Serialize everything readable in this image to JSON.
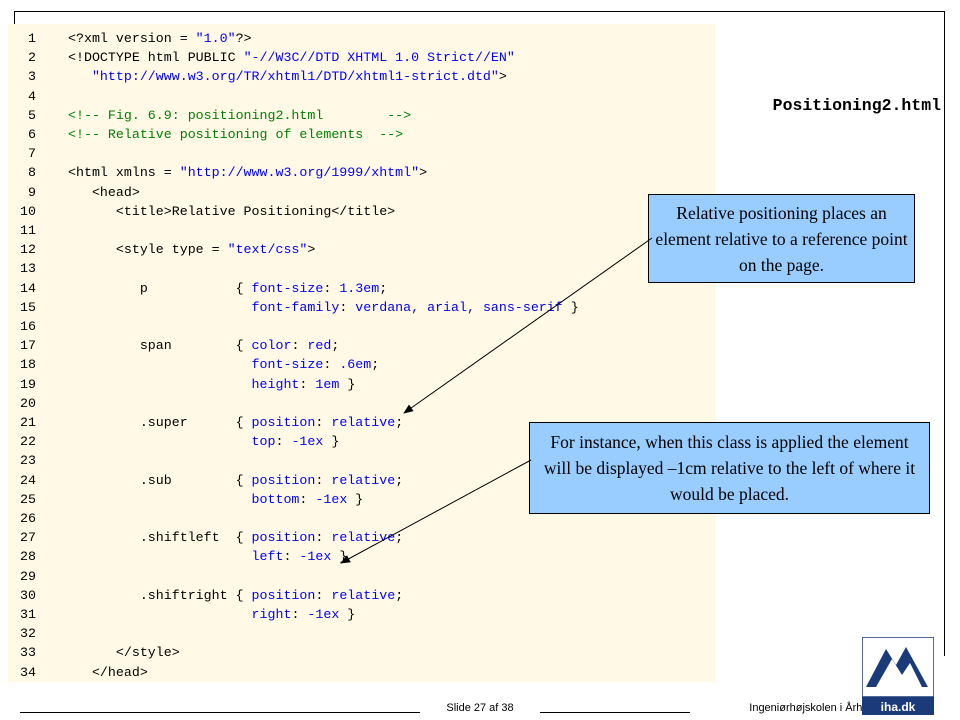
{
  "slide": {
    "title": "Positioning2.html",
    "footer": {
      "slide_number": "Slide 27 af  38",
      "school": "Ingeniørhøjskolen i Århus",
      "logo_text": "iha.dk"
    }
  },
  "callouts": [
    {
      "text": "Relative positioning places an element relative to a reference point on the page."
    },
    {
      "text": "For instance, when this class is applied the element will be displayed –1cm relative to the left of where it would be placed."
    }
  ],
  "colors": {
    "code_background": "#fff9e6",
    "callout_background": "#99ccff",
    "code_blue": "#0000ff",
    "code_green": "#008000"
  },
  "code_lines": [
    {
      "num": "1",
      "segments": [
        [
          "black",
          "<?xml version = "
        ],
        [
          "blue",
          "\"1.0\""
        ],
        [
          "black",
          "?>"
        ]
      ]
    },
    {
      "num": "2",
      "segments": [
        [
          "black",
          "<!DOCTYPE html PUBLIC "
        ],
        [
          "blue",
          "\"-//W3C//DTD XHTML 1.0 Strict//EN\""
        ]
      ]
    },
    {
      "num": "3",
      "segments": [
        [
          "blue",
          "   \"http://www.w3.org/TR/xhtml1/DTD/xhtml1-strict.dtd\""
        ],
        [
          "black",
          ">"
        ]
      ]
    },
    {
      "num": "4",
      "segments": []
    },
    {
      "num": "5",
      "segments": [
        [
          "green",
          "<!-- Fig. 6.9: positioning2.html        -->"
        ]
      ]
    },
    {
      "num": "6",
      "segments": [
        [
          "green",
          "<!-- Relative positioning of elements  -->"
        ]
      ]
    },
    {
      "num": "7",
      "segments": []
    },
    {
      "num": "8",
      "segments": [
        [
          "black",
          "<html xmlns = "
        ],
        [
          "blue",
          "\"http://www.w3.org/1999/xhtml\""
        ],
        [
          "black",
          ">"
        ]
      ]
    },
    {
      "num": "9",
      "segments": [
        [
          "black",
          "   <head>"
        ]
      ]
    },
    {
      "num": "10",
      "segments": [
        [
          "black",
          "      <title>Relative Positioning</title>"
        ]
      ]
    },
    {
      "num": "11",
      "segments": []
    },
    {
      "num": "12",
      "segments": [
        [
          "black",
          "      <style type = "
        ],
        [
          "blue",
          "\"text/css\""
        ],
        [
          "black",
          ">"
        ]
      ]
    },
    {
      "num": "13",
      "segments": []
    },
    {
      "num": "14",
      "segments": [
        [
          "black",
          "         p           { "
        ],
        [
          "blue",
          "font-size"
        ],
        [
          "black",
          ": "
        ],
        [
          "blue",
          "1.3em"
        ],
        [
          "black",
          ";"
        ]
      ]
    },
    {
      "num": "15",
      "segments": [
        [
          "black",
          "                       "
        ],
        [
          "blue",
          "font-family"
        ],
        [
          "black",
          ": "
        ],
        [
          "blue",
          "verdana, arial, sans-serif"
        ],
        [
          "black",
          " }"
        ]
      ]
    },
    {
      "num": "16",
      "segments": []
    },
    {
      "num": "17",
      "segments": [
        [
          "black",
          "         span        { "
        ],
        [
          "blue",
          "color"
        ],
        [
          "black",
          ": "
        ],
        [
          "blue",
          "red"
        ],
        [
          "black",
          ";"
        ]
      ]
    },
    {
      "num": "18",
      "segments": [
        [
          "black",
          "                       "
        ],
        [
          "blue",
          "font-size"
        ],
        [
          "black",
          ": "
        ],
        [
          "blue",
          ".6em"
        ],
        [
          "black",
          ";"
        ]
      ]
    },
    {
      "num": "19",
      "segments": [
        [
          "black",
          "                       "
        ],
        [
          "blue",
          "height"
        ],
        [
          "black",
          ": "
        ],
        [
          "blue",
          "1em"
        ],
        [
          "black",
          " }"
        ]
      ]
    },
    {
      "num": "20",
      "segments": []
    },
    {
      "num": "21",
      "segments": [
        [
          "black",
          "         .super      { "
        ],
        [
          "blue",
          "position"
        ],
        [
          "black",
          ": "
        ],
        [
          "blue",
          "relative"
        ],
        [
          "black",
          ";"
        ]
      ]
    },
    {
      "num": "22",
      "segments": [
        [
          "black",
          "                       "
        ],
        [
          "blue",
          "top"
        ],
        [
          "black",
          ": "
        ],
        [
          "blue",
          "-1ex"
        ],
        [
          "black",
          " }"
        ]
      ]
    },
    {
      "num": "23",
      "segments": []
    },
    {
      "num": "24",
      "segments": [
        [
          "black",
          "         .sub        { "
        ],
        [
          "blue",
          "position"
        ],
        [
          "black",
          ": "
        ],
        [
          "blue",
          "relative"
        ],
        [
          "black",
          ";"
        ]
      ]
    },
    {
      "num": "25",
      "segments": [
        [
          "black",
          "                       "
        ],
        [
          "blue",
          "bottom"
        ],
        [
          "black",
          ": "
        ],
        [
          "blue",
          "-1ex"
        ],
        [
          "black",
          " }"
        ]
      ]
    },
    {
      "num": "26",
      "segments": []
    },
    {
      "num": "27",
      "segments": [
        [
          "black",
          "         .shiftleft  { "
        ],
        [
          "blue",
          "position"
        ],
        [
          "black",
          ": "
        ],
        [
          "blue",
          "relative"
        ],
        [
          "black",
          ";"
        ]
      ]
    },
    {
      "num": "28",
      "segments": [
        [
          "black",
          "                       "
        ],
        [
          "blue",
          "left"
        ],
        [
          "black",
          ": "
        ],
        [
          "blue",
          "-1ex"
        ],
        [
          "black",
          " }"
        ]
      ]
    },
    {
      "num": "29",
      "segments": []
    },
    {
      "num": "30",
      "segments": [
        [
          "black",
          "         .shiftright { "
        ],
        [
          "blue",
          "position"
        ],
        [
          "black",
          ": "
        ],
        [
          "blue",
          "relative"
        ],
        [
          "black",
          ";"
        ]
      ]
    },
    {
      "num": "31",
      "segments": [
        [
          "black",
          "                       "
        ],
        [
          "blue",
          "right"
        ],
        [
          "black",
          ": "
        ],
        [
          "blue",
          "-1ex"
        ],
        [
          "black",
          " }"
        ]
      ]
    },
    {
      "num": "32",
      "segments": []
    },
    {
      "num": "33",
      "segments": [
        [
          "black",
          "      </style>"
        ]
      ]
    },
    {
      "num": "34",
      "segments": [
        [
          "black",
          "   </head>"
        ]
      ]
    }
  ]
}
